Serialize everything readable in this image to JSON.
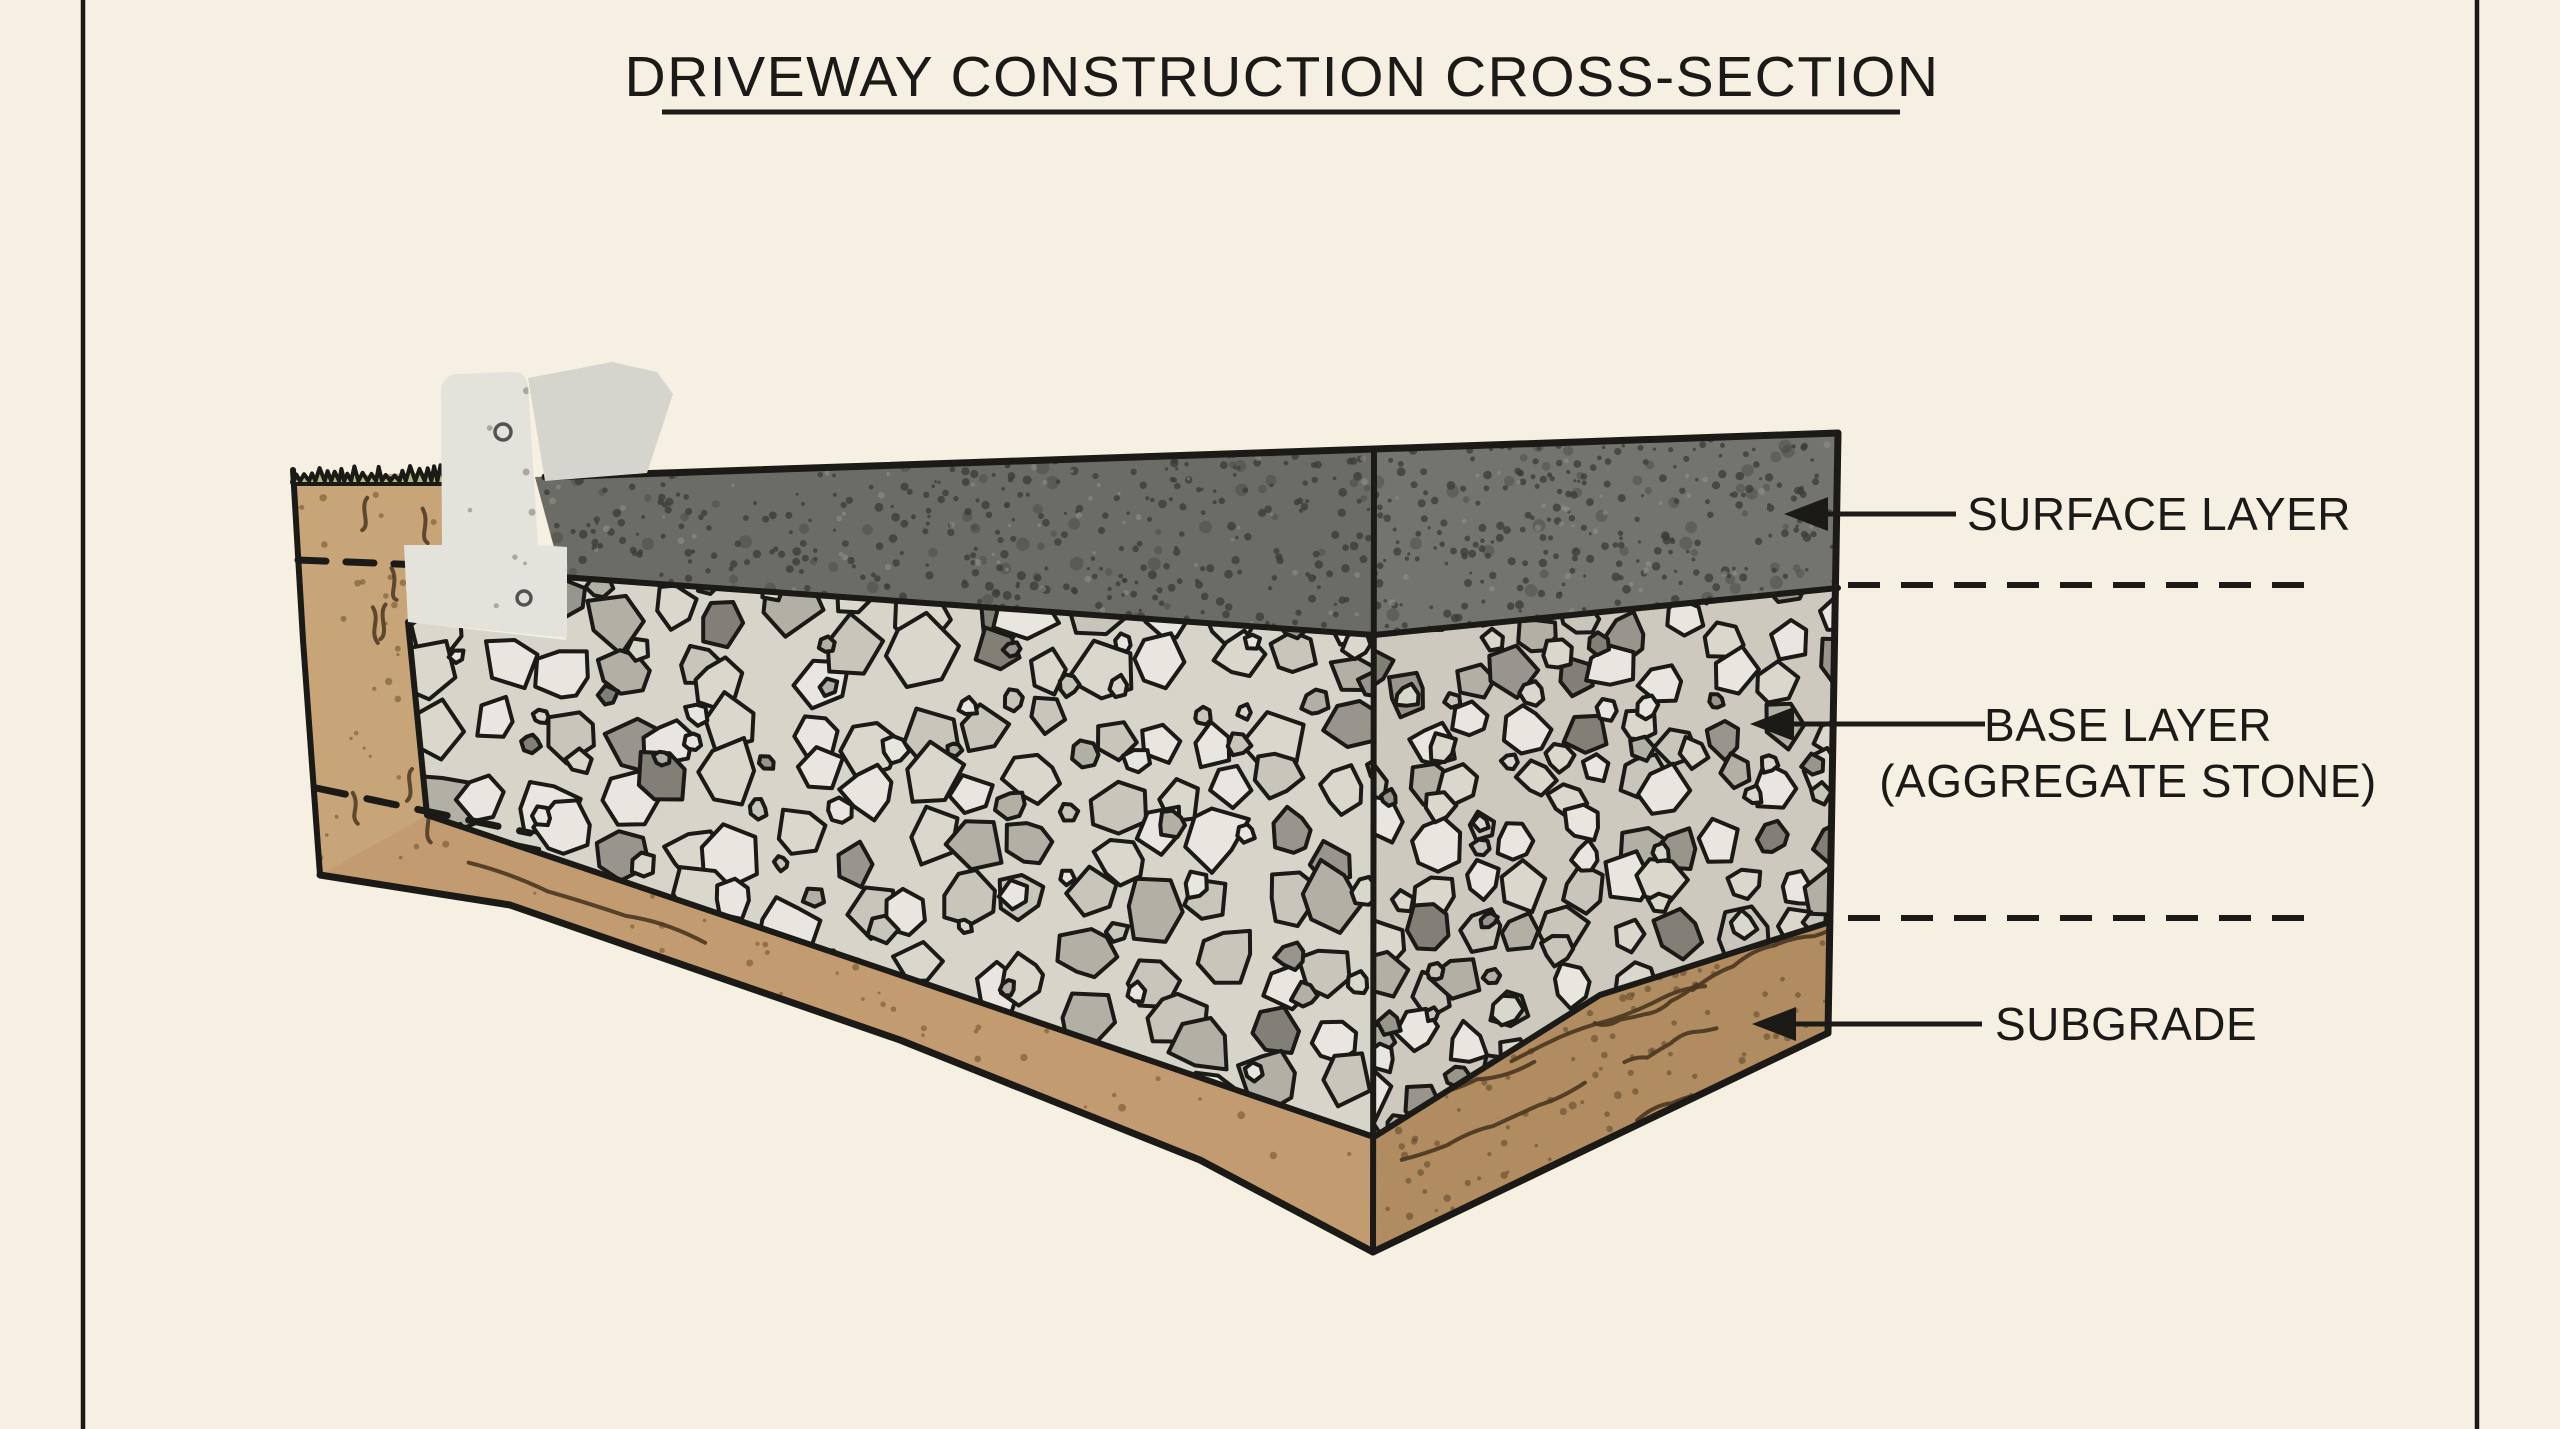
{
  "title": {
    "text": "DRIVEWAY CONSTRUCTION CROSS-SECTION"
  },
  "callouts": {
    "surface": {
      "label": "SURFACE LAYER"
    },
    "base": {
      "label_line1": "BASE LAYER",
      "label_line2": "(AGGREGATE STONE)"
    },
    "subgrade": {
      "label": "SUBGRADE"
    }
  },
  "colors": {
    "background": "#f5f0e1",
    "ink": "#1b1a17",
    "asphalt_front": "#6c6c66",
    "asphalt_side": "#74746e",
    "asphalt_speckle_dark": "#3b3b37",
    "asphalt_speckle_light": "#95958e",
    "gravel_bg_front": "#d7d4ca",
    "gravel_bg_side": "#cdc9bf",
    "soil_front": "#c29c70",
    "soil_side": "#b08c60",
    "soil_left": "#c8a578",
    "soil_speckle": "#6e512e",
    "soil_line": "#4a3620",
    "grass": "#a9bf80",
    "concrete": "#e4e3db",
    "concrete_shade": "#d6d5cd",
    "concrete_speckle": "#a3a198"
  }
}
